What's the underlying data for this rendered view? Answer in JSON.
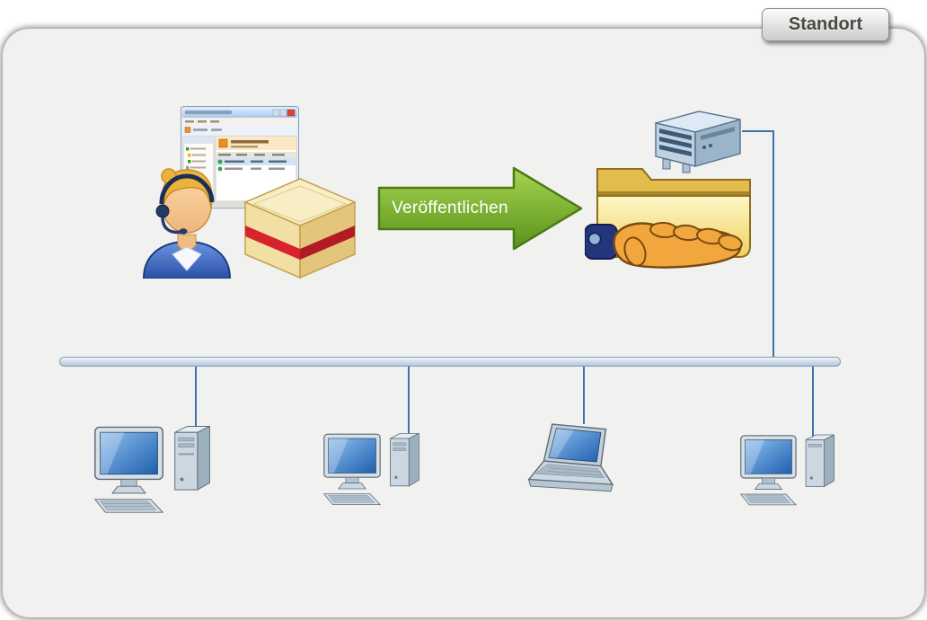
{
  "scene": {
    "site_tab": {
      "label": "Standort"
    },
    "publish_arrow": {
      "label": "Veröffentlichen",
      "color": "#7fb335"
    },
    "icons": {
      "admin": "person-with-headset-icon",
      "deployment_console": "application-window-icon",
      "software_package": "package-box-icon",
      "distribution_server": "server-icon",
      "shared_folder": "hand-offering-folder-icon",
      "network_bus": "network-backbone-bar",
      "clients": [
        "desktop-pc-icon",
        "desktop-pc-icon",
        "laptop-icon",
        "desktop-pc-icon"
      ]
    },
    "colors": {
      "panel_bg": "#f1f1f0",
      "arrow_green": "#7fb335",
      "network_blue": "#4170ae",
      "folder_yellow": "#f6df7a",
      "package_red": "#d8232e",
      "tab_text": "#494a42"
    }
  }
}
